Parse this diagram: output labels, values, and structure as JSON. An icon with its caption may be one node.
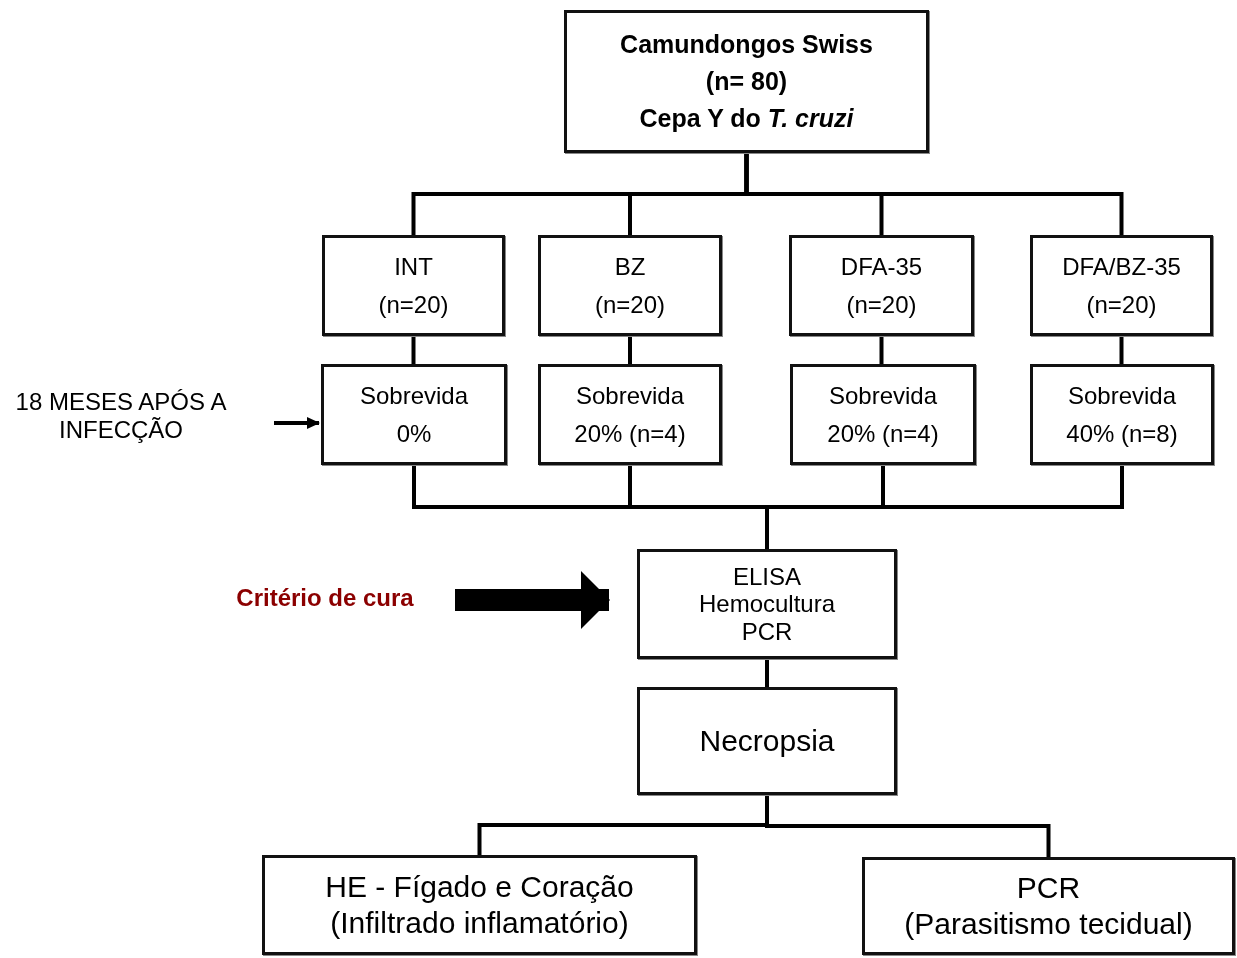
{
  "diagram": {
    "nodes": [
      {
        "text": [
          "Camundongos Swiss",
          "(n= 80)",
          "Cepa Y do *T. cruzi*"
        ]
      },
      {
        "text": [
          "INT",
          "(n=20)"
        ]
      },
      {
        "text": [
          "BZ",
          "(n=20)"
        ]
      },
      {
        "text": [
          "DFA-35",
          "(n=20)"
        ]
      },
      {
        "text": [
          "DFA/BZ-35",
          "(n=20)"
        ]
      },
      {
        "text": [
          "Sobrevida",
          "0%"
        ]
      },
      {
        "text": [
          "Sobrevida",
          "20% (n=4)"
        ]
      },
      {
        "text": [
          "Sobrevida",
          "20% (n=4)"
        ]
      },
      {
        "text": [
          "Sobrevida",
          "40% (n=8)"
        ]
      },
      {
        "text": [
          "18 MESES APÓS A INFECÇÃO"
        ]
      },
      {
        "text": [
          "Critério de cura"
        ]
      },
      {
        "text": [
          "ELISA",
          "Hemocultura",
          "PCR"
        ]
      },
      {
        "text": [
          "Necropsia"
        ]
      },
      {
        "text": [
          "HE - Fígado e Coração",
          "(Infiltrado inflamatório)"
        ]
      },
      {
        "text": [
          "PCR",
          "(Parasitismo tecidual)"
        ]
      }
    ],
    "edges": [
      {
        "from": 0,
        "to": 1,
        "arrow": "none"
      },
      {
        "from": 0,
        "to": 2,
        "arrow": "none"
      },
      {
        "from": 0,
        "to": 3,
        "arrow": "none"
      },
      {
        "from": 0,
        "to": 4,
        "arrow": "none"
      },
      {
        "from": 1,
        "to": 5,
        "arrow": "none"
      },
      {
        "from": 2,
        "to": 6,
        "arrow": "none"
      },
      {
        "from": 3,
        "to": 7,
        "arrow": "none"
      },
      {
        "from": 4,
        "to": 8,
        "arrow": "none"
      },
      {
        "from": 5,
        "to": 11,
        "arrow": "none"
      },
      {
        "from": 6,
        "to": 11,
        "arrow": "none"
      },
      {
        "from": 7,
        "to": 11,
        "arrow": "none"
      },
      {
        "from": 8,
        "to": 11,
        "arrow": "none"
      },
      {
        "from": 9,
        "to": 5,
        "arrow": "to"
      },
      {
        "from": 10,
        "to": 11,
        "arrow": "to",
        "style": "thick"
      },
      {
        "from": 11,
        "to": 12,
        "arrow": "none"
      },
      {
        "from": 12,
        "to": 13,
        "arrow": "none"
      },
      {
        "from": 12,
        "to": 14,
        "arrow": "none"
      }
    ]
  }
}
